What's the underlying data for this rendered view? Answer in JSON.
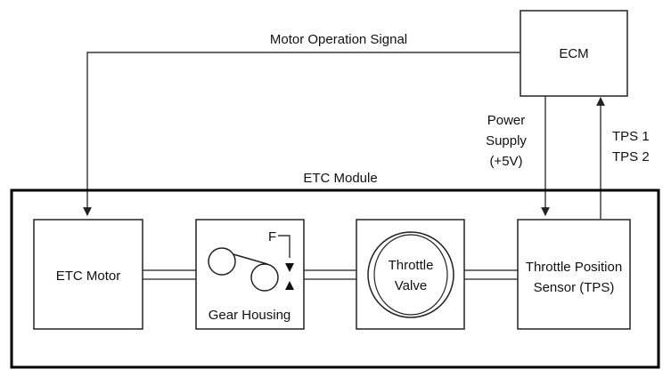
{
  "signals": {
    "motor_operation": "Motor Operation Signal",
    "power_supply": [
      "Power",
      "Supply",
      "(+5V)"
    ],
    "tps_outputs": [
      "TPS 1",
      "TPS 2"
    ]
  },
  "components": {
    "ecm": "ECM",
    "etc_module": "ETC Module",
    "etc_motor": "ETC Motor",
    "gear_housing": "Gear Housing",
    "gap_label": "F",
    "throttle_valve": [
      "Throttle",
      "Valve"
    ],
    "tps": [
      "Throttle Position",
      "Sensor (TPS)"
    ]
  }
}
